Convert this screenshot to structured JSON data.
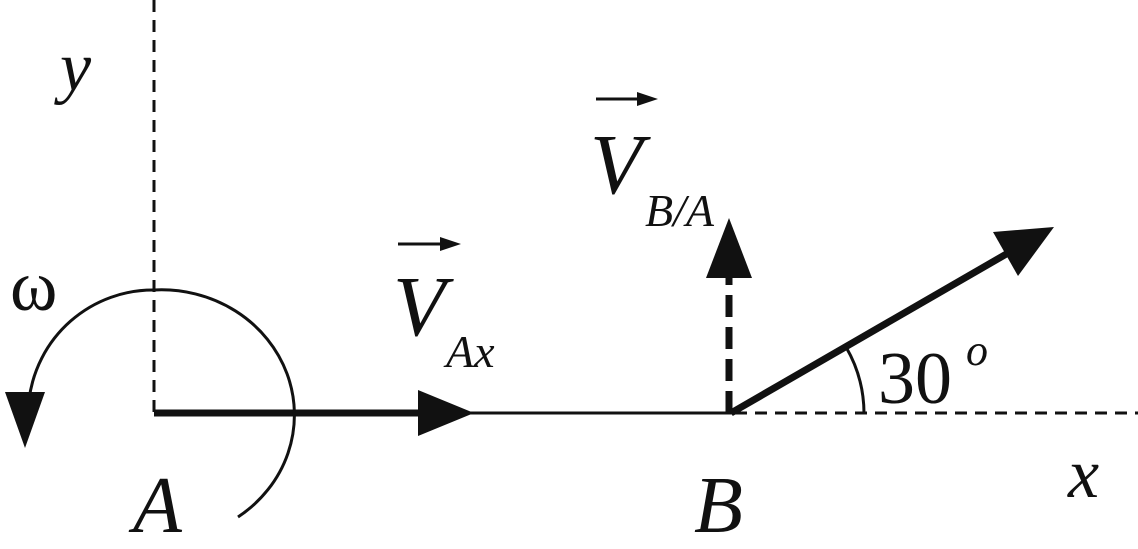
{
  "labels": {
    "y_axis": "y",
    "x_axis": "x",
    "omega": "ω",
    "point_a": "A",
    "point_b": "B",
    "v_ax_main": "V",
    "v_ax_sub": "Ax",
    "v_ba_main": "V",
    "v_ba_sub": "B/A",
    "angle_value": "30",
    "angle_unit": "o"
  },
  "colors": {
    "ink": "#111111",
    "background": "#ffffff"
  }
}
